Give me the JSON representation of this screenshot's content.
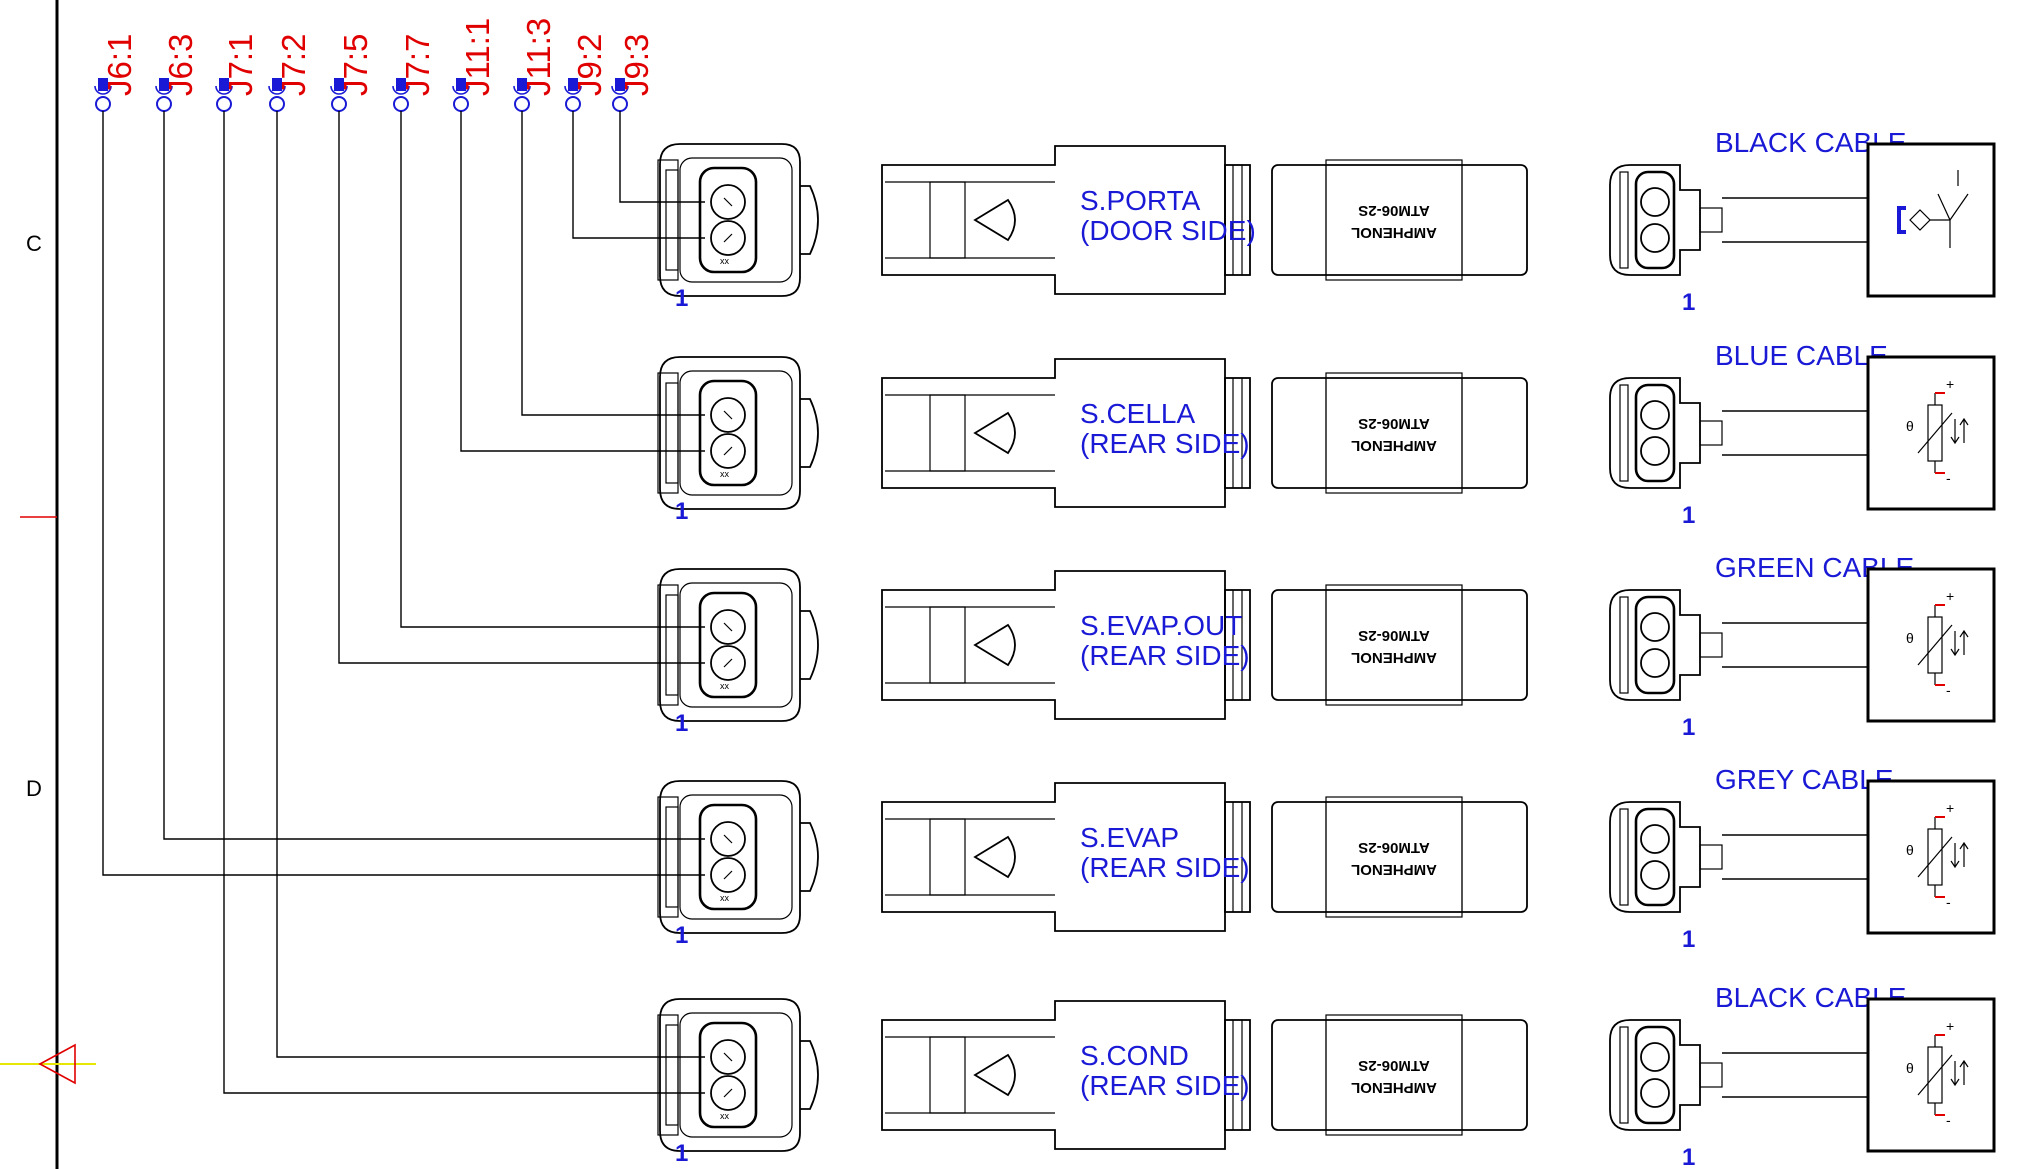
{
  "zones": [
    "C",
    "D"
  ],
  "terminals": [
    "J6:1",
    "J6:3",
    "J7:1",
    "J7:2",
    "J7:5",
    "J7:7",
    "J11:1",
    "J11:3",
    "J9:2",
    "J9:3"
  ],
  "pin_marker": "1",
  "part_number_line1": "ATM06-2S",
  "part_number_line2": "AMPHENOL",
  "sensors": [
    {
      "name": "S.PORTA",
      "side": "(DOOR SIDE)",
      "cable": "BLACK CABLE",
      "symbol": "proximity-switch"
    },
    {
      "name": "S.CELLA",
      "side": "(REAR SIDE)",
      "cable": "BLUE CABLE",
      "symbol": "thermistor"
    },
    {
      "name": "S.EVAP.OUT",
      "side": "(REAR SIDE)",
      "cable": "GREEN CABLE",
      "symbol": "thermistor"
    },
    {
      "name": "S.EVAP",
      "side": "(REAR SIDE)",
      "cable": "GREY CABLE",
      "symbol": "thermistor"
    },
    {
      "name": "S.COND",
      "side": "(REAR SIDE)",
      "cable": "BLACK CABLE",
      "symbol": "thermistor"
    }
  ],
  "thermistor_marks": {
    "plus": "+",
    "minus": "-",
    "theta": "θ"
  },
  "colors": {
    "label_blue": "#1a1ad6",
    "terminal_red": "#e00000",
    "marker_yellow": "#e6e600",
    "line": "#000000"
  }
}
